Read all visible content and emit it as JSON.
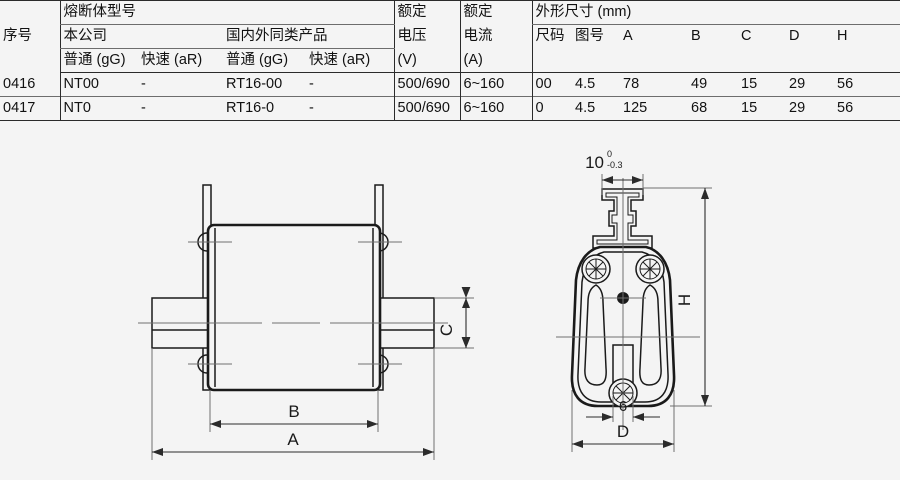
{
  "table": {
    "headers": {
      "seq": "序号",
      "fuse_model_group": "熔断体型号",
      "own_company": "本公司",
      "domestic_foreign": "国内外同类产品",
      "normal_gg_1": "普通 (gG)",
      "fast_ar_1": "快速 (aR)",
      "normal_gg_2": "普通 (gG)",
      "fast_ar_2": "快速 (aR)",
      "rated_voltage_l1": "额定",
      "rated_voltage_l2": "电压",
      "rated_voltage_unit": "(V)",
      "rated_current_l1": "额定",
      "rated_current_l2": "电流",
      "rated_current_unit": "(A)",
      "dimensions_group": "外形尺寸 (mm)",
      "size": "尺码",
      "figure_no": "图号",
      "dim_a": "A",
      "dim_b": "B",
      "dim_c": "C",
      "dim_d": "D",
      "dim_h": "H"
    },
    "rows": [
      {
        "seq": "0416",
        "own_normal": "NT00",
        "own_fast": "-",
        "other_normal": "RT16-00",
        "other_fast": "-",
        "voltage": "500/690",
        "current": "6~160",
        "size": "00",
        "figure": "4.5",
        "a": "78",
        "b": "49",
        "c": "15",
        "d": "29",
        "h": "56"
      },
      {
        "seq": "0417",
        "own_normal": "NT0",
        "own_fast": "-",
        "other_normal": "RT16-0",
        "other_fast": "-",
        "voltage": "500/690",
        "current": "6~160",
        "size": "0",
        "figure": "4.5",
        "a": "125",
        "b": "68",
        "c": "15",
        "d": "29",
        "h": "56"
      }
    ]
  },
  "front_view": {
    "dim_a_label": "A",
    "dim_b_label": "B",
    "dim_c_label": "C"
  },
  "side_view": {
    "dim_top_value": "10",
    "dim_top_tol_upper": "0",
    "dim_top_tol_lower": "-0.3",
    "dim_h_label": "H",
    "dim_d_label": "D",
    "dim_6_label": "6"
  },
  "colors": {
    "background": "#f4f4f4",
    "line": "#1a1a1a",
    "centerline": "#6f6f6f",
    "rule": "#2b2b2b"
  }
}
